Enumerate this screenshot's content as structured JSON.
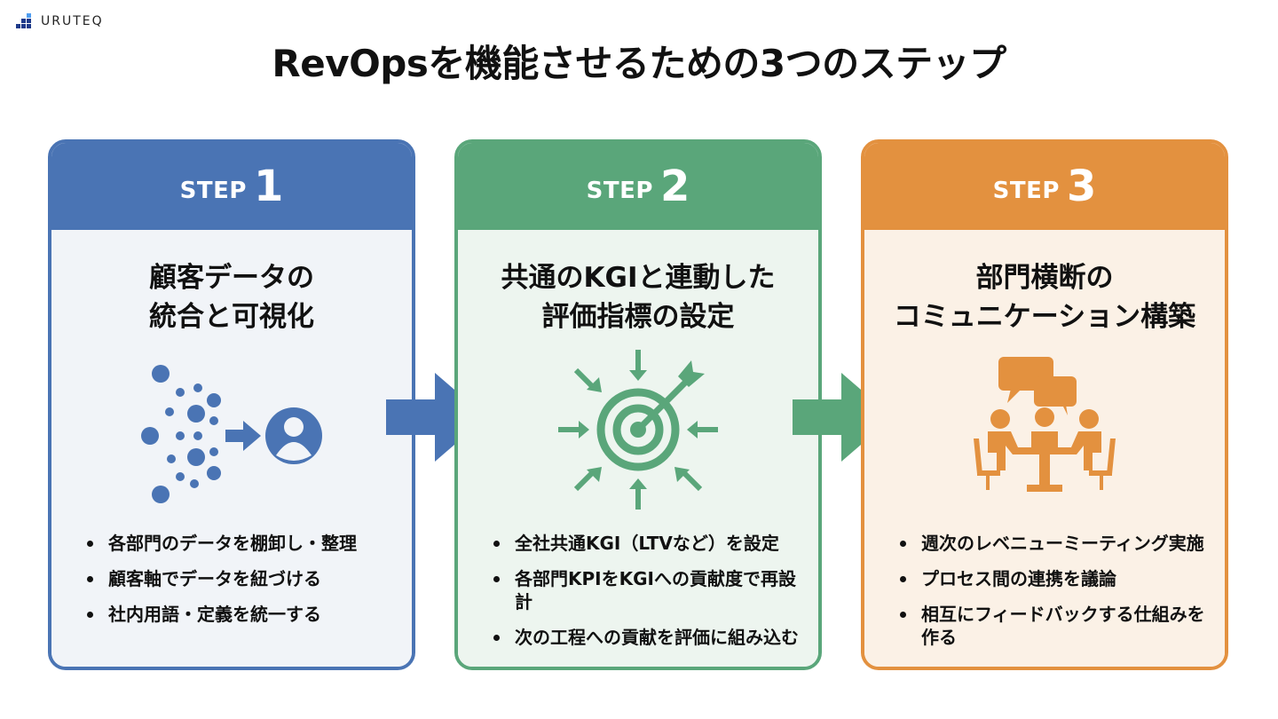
{
  "brand": {
    "name": "URUTEQ"
  },
  "title": "RevOpsを機能させるための3つのステップ",
  "colors": {
    "step1": "#4a74b4",
    "step2": "#5aa67a",
    "step3": "#e3913f"
  },
  "steps": [
    {
      "label": "STEP",
      "number": "1",
      "title_line1": "顧客データの",
      "title_line2": "統合と可視化",
      "icon": "data-integration-icon",
      "bullets": [
        "各部門のデータを棚卸し・整理",
        "顧客軸でデータを紐づける",
        "社内用語・定義を統一する"
      ]
    },
    {
      "label": "STEP",
      "number": "2",
      "title_line1": "共通のKGIと連動した",
      "title_line2": "評価指標の設定",
      "icon": "target-icon",
      "bullets": [
        "全社共通KGI（LTVなど）を設定",
        "各部門KPIをKGIへの貢献度で再設計",
        "次の工程への貢献を評価に組み込む"
      ]
    },
    {
      "label": "STEP",
      "number": "3",
      "title_line1": "部門横断の",
      "title_line2": "コミュニケーション構築",
      "icon": "meeting-icon",
      "bullets": [
        "週次のレベニューミーティング実施",
        "プロセス間の連携を議論",
        "相互にフィードバックする仕組みを作る"
      ]
    }
  ],
  "flow_arrows": [
    "arrow-right-icon",
    "arrow-right-icon"
  ]
}
